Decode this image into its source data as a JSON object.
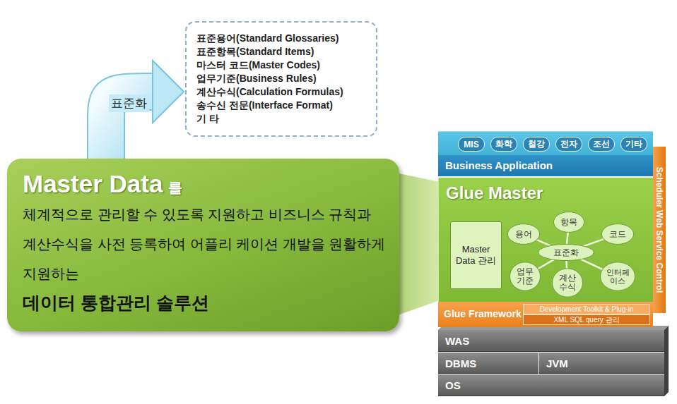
{
  "diagram": {
    "nodes": [
      {
        "text": [
          "표준용어(Standard Glossaries)",
          "표준항목(Standard Items)",
          "마스터 코드(Master Codes)",
          "업무기준(Business Rules)",
          "계산수식(Calculation Formulas)",
          "송수신 전문(Interface Format)",
          "기 타"
        ]
      },
      {
        "text": [
          "Master Data",
          "를",
          "체계적으로 관리할 수 있도록 지원하고 비즈니스 규칙과 계산수식을 사전 등록하여 어플리 케이션 개발을 원활하게 지원하는",
          "데이터 통합관리 솔루션"
        ]
      },
      {
        "text": [
          "Business Application"
        ]
      },
      {
        "text": [
          "MIS"
        ],
        "in": 2
      },
      {
        "text": [
          "화학"
        ],
        "in": 2
      },
      {
        "text": [
          "철강"
        ],
        "in": 2
      },
      {
        "text": [
          "전자"
        ],
        "in": 2
      },
      {
        "text": [
          "조선"
        ],
        "in": 2
      },
      {
        "text": [
          "기타"
        ],
        "in": 2
      },
      {
        "text": [
          "Scheduler Web Service Control"
        ]
      },
      {
        "text": [
          "Glue Master"
        ]
      },
      {
        "text": [
          "Master Data 관리"
        ],
        "in": 10
      },
      {
        "text": [
          "용어"
        ],
        "in": 10
      },
      {
        "text": [
          "항목"
        ],
        "in": 10
      },
      {
        "text": [
          "코드"
        ],
        "in": 10
      },
      {
        "text": [
          "표준화"
        ],
        "in": 10
      },
      {
        "text": [
          "업무 기준"
        ],
        "in": 10
      },
      {
        "text": [
          "계산 수식"
        ],
        "in": 10
      },
      {
        "text": [
          "인터페 이스"
        ],
        "in": 10
      },
      {
        "text": [
          "Glue Framework"
        ]
      },
      {
        "text": [
          "Development Toolkit & Plug-in"
        ],
        "in": 19
      },
      {
        "text": [
          "XML SQL query 관리"
        ],
        "in": 19
      },
      {
        "text": [
          "WAS"
        ]
      },
      {
        "text": [
          "DBMS"
        ]
      },
      {
        "text": [
          "JVM"
        ]
      },
      {
        "text": [
          "OS"
        ]
      }
    ],
    "edges": [
      {
        "from": 1,
        "to": 0,
        "label": "표준화",
        "arrow": "to"
      },
      {
        "from": 15,
        "to": 12,
        "arrow": "none"
      },
      {
        "from": 15,
        "to": 13,
        "arrow": "none"
      },
      {
        "from": 15,
        "to": 14,
        "arrow": "none"
      },
      {
        "from": 15,
        "to": 16,
        "arrow": "none"
      },
      {
        "from": 15,
        "to": 17,
        "arrow": "none"
      },
      {
        "from": 15,
        "to": 18,
        "arrow": "none"
      }
    ]
  }
}
